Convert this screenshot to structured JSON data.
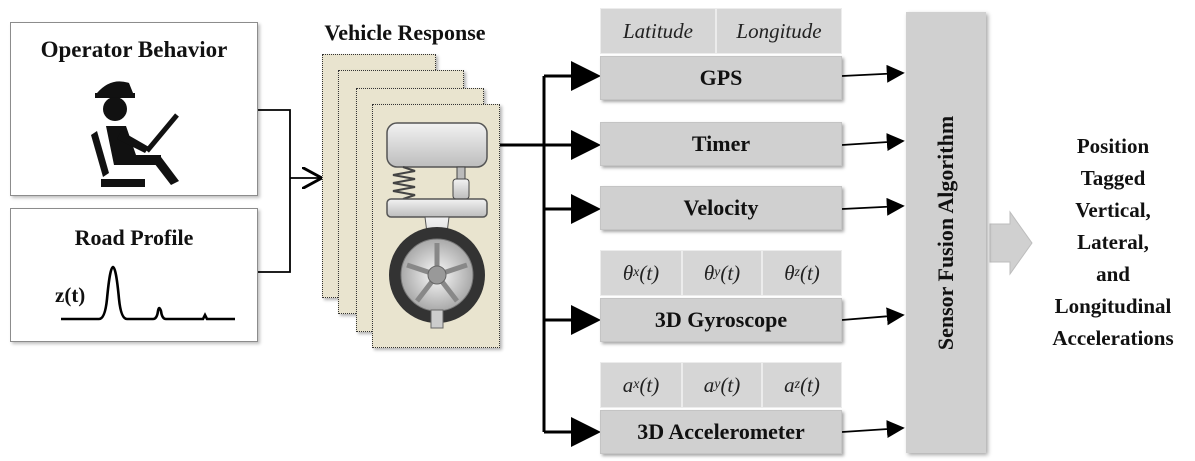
{
  "operator": {
    "title": "Operator Behavior",
    "icon": "driver-icon"
  },
  "road": {
    "title": "Road Profile",
    "axis_label": "z(t)"
  },
  "vehicle": {
    "title": "Vehicle Response",
    "icon": "suspension-wheel-icon"
  },
  "gps": {
    "label": "GPS",
    "cells": [
      "Latitude",
      "Longitude"
    ]
  },
  "timer": {
    "label": "Timer"
  },
  "velocity": {
    "label": "Velocity"
  },
  "gyro": {
    "label": "3D Gyroscope",
    "cells": [
      {
        "sym": "θ",
        "sub": "x",
        "arg": "(t)"
      },
      {
        "sym": "θ",
        "sub": "y",
        "arg": "(t)"
      },
      {
        "sym": "θ",
        "sub": "z",
        "arg": "(t)"
      }
    ]
  },
  "accel": {
    "label": "3D Accelerometer",
    "cells": [
      {
        "sym": "a",
        "sub": "x",
        "arg": "(t)"
      },
      {
        "sym": "a",
        "sub": "y",
        "arg": "(t)"
      },
      {
        "sym": "a",
        "sub": "z",
        "arg": "(t)"
      }
    ]
  },
  "fusion": {
    "label": "Sensor Fusion Algorithm"
  },
  "output": {
    "lines": [
      "Position",
      "Tagged",
      "Vertical,",
      "Lateral,",
      "and",
      "Longitudinal",
      "Accelerations"
    ]
  },
  "colors": {
    "bar": "#d0d0d0",
    "card": "#e9e4cf",
    "line": "#000000"
  }
}
